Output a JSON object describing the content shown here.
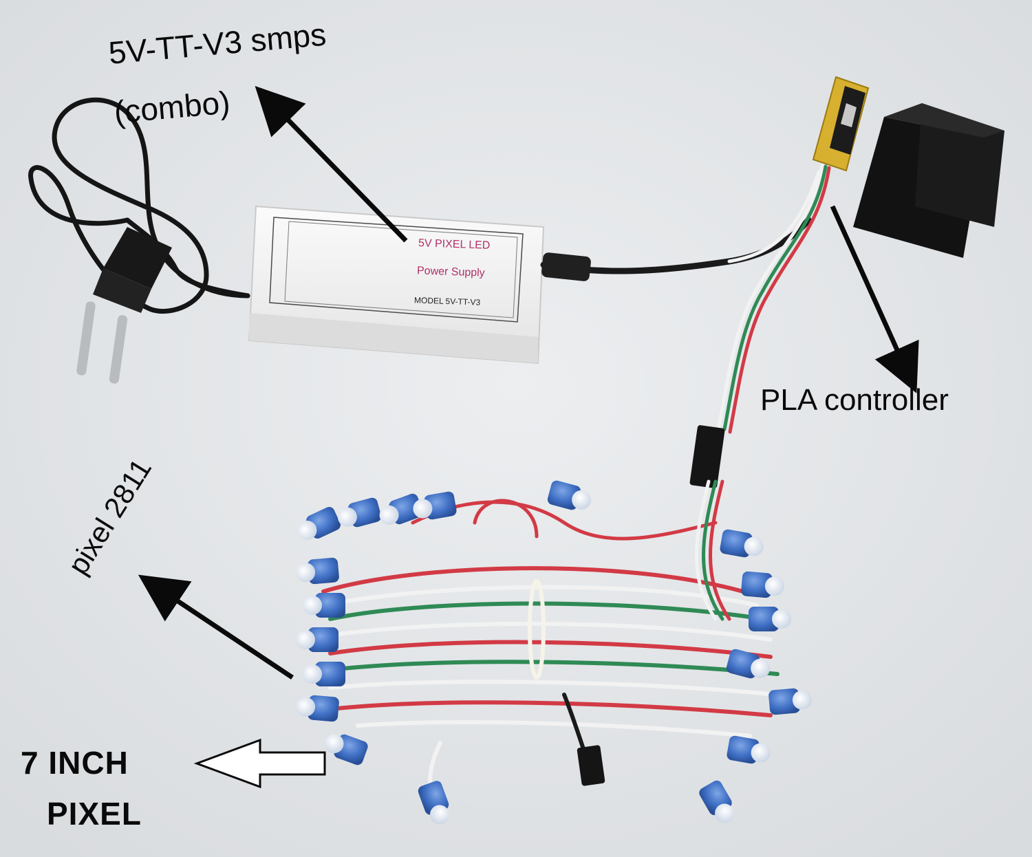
{
  "labels": {
    "smps_line1": "5V-TT-V3 smps",
    "smps_line2": "(combo)",
    "pla_controller": "PLA controller",
    "pixel_type": "pixel 2811",
    "size_line1": "7 INCH",
    "size_line2": "PIXEL"
  },
  "power_supply": {
    "line1": "5V PIXEL LED",
    "line2": "Power Supply",
    "model": "MODEL 5V-TT-V3"
  },
  "colors": {
    "background": "#e4e6e8",
    "led_blue": "#3f6fc4",
    "wire_red": "#d23a45",
    "wire_green": "#2f8a55",
    "wire_white": "#f4f4f4",
    "psu_text": "#b0306a"
  }
}
